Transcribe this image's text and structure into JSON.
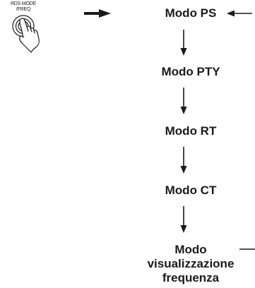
{
  "button": {
    "label_line1": "RDS MODE",
    "label_line2": "/FREQ",
    "icon": "finger-press-button-icon"
  },
  "modes": [
    "Modo PS",
    "Modo PTY",
    "Modo RT",
    "Modo CT"
  ],
  "last_mode": {
    "line1": "Modo",
    "line2": "visualizzazione",
    "line3": "frequenza"
  },
  "colors": {
    "ink": "#1a1a1a"
  }
}
